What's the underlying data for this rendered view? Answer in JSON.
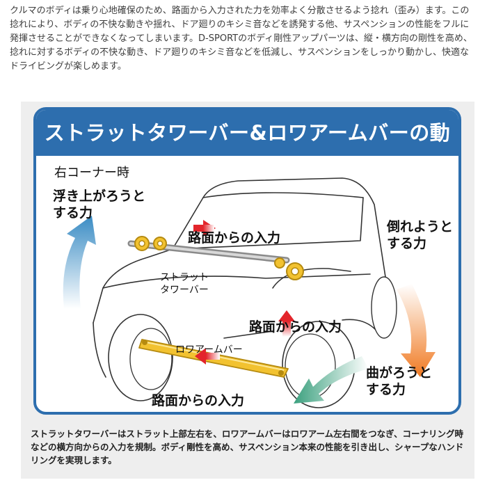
{
  "intro": {
    "text": "クルマのボディは乗り心地確保のため、路面から入力された力を効率よく分散させるよう捻れ（歪み）ます。この捻れにより、ボディの不快な動きや揺れ、ドア廻りのキシミ音などを誘発する他、サスペンションの性能をフルに発揮させることができなくなってしまいます。D-SPORTのボディ剛性アップパーツは、縦・横方向の剛性を高め、捻れに対するボディの不快な動き、ドア廻りのキシミ音などを低減し、サスペンションをしっかり動かし、快適なドライビングが楽しめます。"
  },
  "diagram": {
    "title": "ストラットタワーバー&ロワアームバーの動き",
    "corner_label": "右コーナー時",
    "lift_label_1": "浮き上がろうと",
    "lift_label_2": "する力",
    "lean_label_1": "倒れようと",
    "lean_label_2": "する力",
    "turn_label_1": "曲がろうと",
    "turn_label_2": "する力",
    "road_input_top": "路面からの入力",
    "road_input_mid": "路面からの入力",
    "road_input_bottom": "路面からの入力",
    "strut_label_1": "ストラット",
    "strut_label_2": "タワーバー",
    "lower_arm_label": "ロワアームバー",
    "colors": {
      "frame_blue": "#2d6eae",
      "lift_arrow": "#3a8cc4",
      "lean_arrow": "#f07a22",
      "turn_arrow": "#3ba07e",
      "input_arrow": "#e3252b",
      "bar_gold": "#f2c230"
    }
  },
  "caption": {
    "text": "ストラットタワーバーはストラット上部左右を、ロワアームバーはロワアーム左右間をつなぎ、コーナリング時などの横方向からの入力を規制。ボディ剛性を高め、サスペンション本来の性能を引き出し、シャープなハンドリングを実現します。"
  }
}
